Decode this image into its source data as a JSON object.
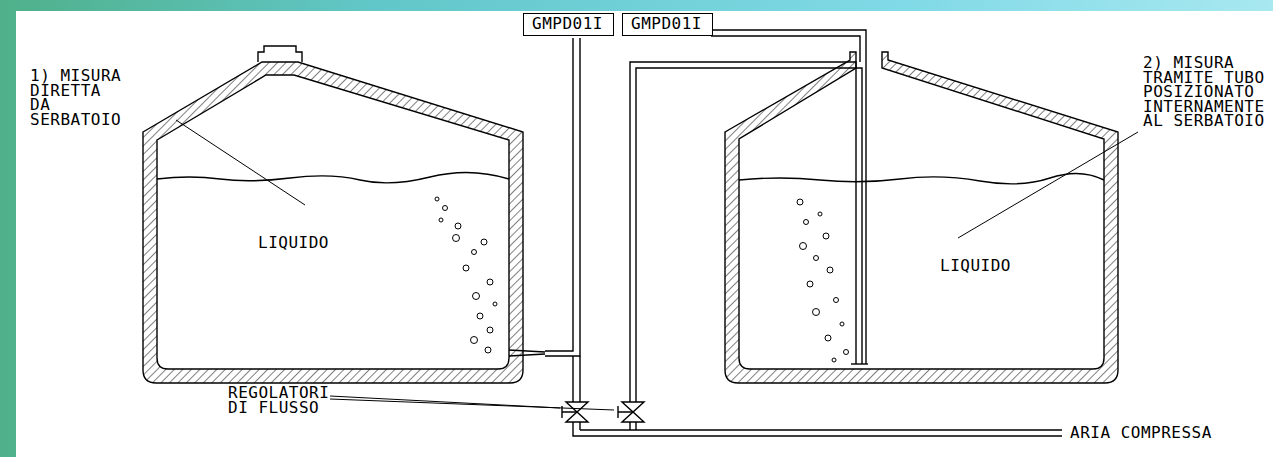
{
  "diagram": {
    "nodes": [
      {
        "text": [
          "GMPD01I"
        ]
      },
      {
        "text": [
          "GMPD01I"
        ]
      }
    ],
    "labels": [
      "1) MISURA DIRETTA DA SERBATOIO",
      "LIQUIDO",
      "2) MISURA TRAMITE TUBO POSIZIONATO INTERNAMENTE AL SERBATOIO",
      "LIQUIDO",
      "REGOLATORI DI FLUSSO",
      "ARIA COMPRESSA"
    ]
  }
}
